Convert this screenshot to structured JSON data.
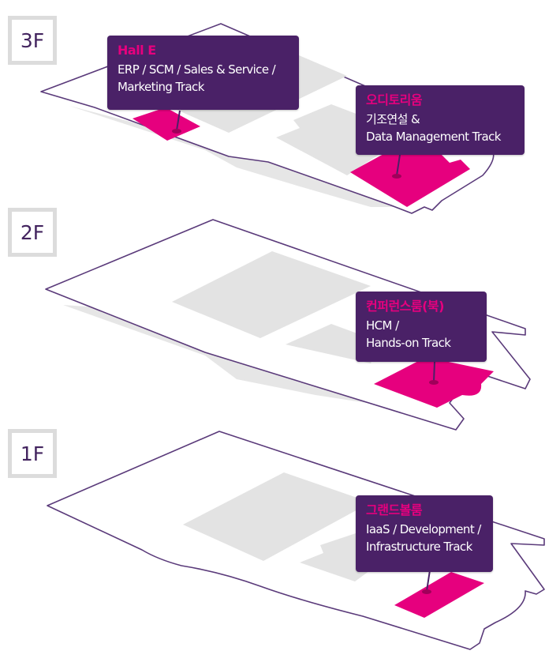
{
  "floors": [
    {
      "label": "3F",
      "rooms": [
        {
          "name": "Hall E",
          "desc_line1": "ERP / SCM / Sales & Service /",
          "desc_line2": "Marketing Track"
        },
        {
          "name": "오디토리움",
          "desc_line1": "기조연설 &",
          "desc_line2": "Data Management Track"
        }
      ]
    },
    {
      "label": "2F",
      "rooms": [
        {
          "name": "컨퍼런스룸(북)",
          "desc_line1": "HCM /",
          "desc_line2": "Hands-on Track"
        }
      ]
    },
    {
      "label": "1F",
      "rooms": [
        {
          "name": "그랜드볼룸",
          "desc_line1": "IaaS / Development /",
          "desc_line2": "Infrastructure Track"
        }
      ]
    }
  ],
  "colors": {
    "accent_magenta": "#e6007e",
    "callout_purple": "#4a2167",
    "outline_purple": "#5a3a7a",
    "shadow_gray": "#e3e3e3",
    "badge_border": "#dcdcdc"
  }
}
